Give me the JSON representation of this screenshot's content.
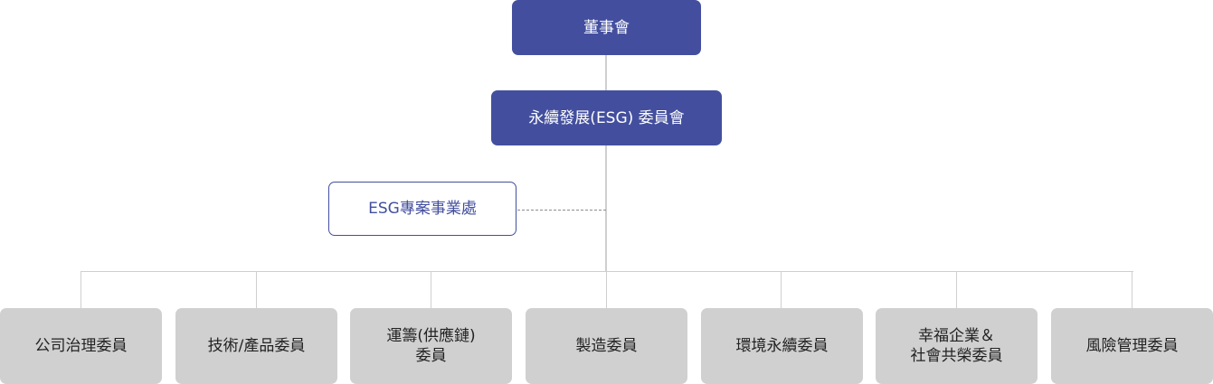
{
  "board": {
    "label": "董事會"
  },
  "esg_committee": {
    "label": "永續發展(ESG) 委員會"
  },
  "esg_office": {
    "label": "ESG專案事業處"
  },
  "committees": [
    {
      "line1": "公司治理委員",
      "line2": ""
    },
    {
      "line1": "技術/產品委員",
      "line2": ""
    },
    {
      "line1": "運籌(供應鏈)",
      "line2": "委員"
    },
    {
      "line1": "製造委員",
      "line2": ""
    },
    {
      "line1": "環境永續委員",
      "line2": ""
    },
    {
      "line1": "幸福企業＆",
      "line2": "社會共榮委員"
    },
    {
      "line1": "風險管理委員",
      "line2": ""
    }
  ],
  "colors": {
    "primary": "#434f9e",
    "leaf": "#d0d0d0",
    "connector": "#cfcfcf"
  }
}
